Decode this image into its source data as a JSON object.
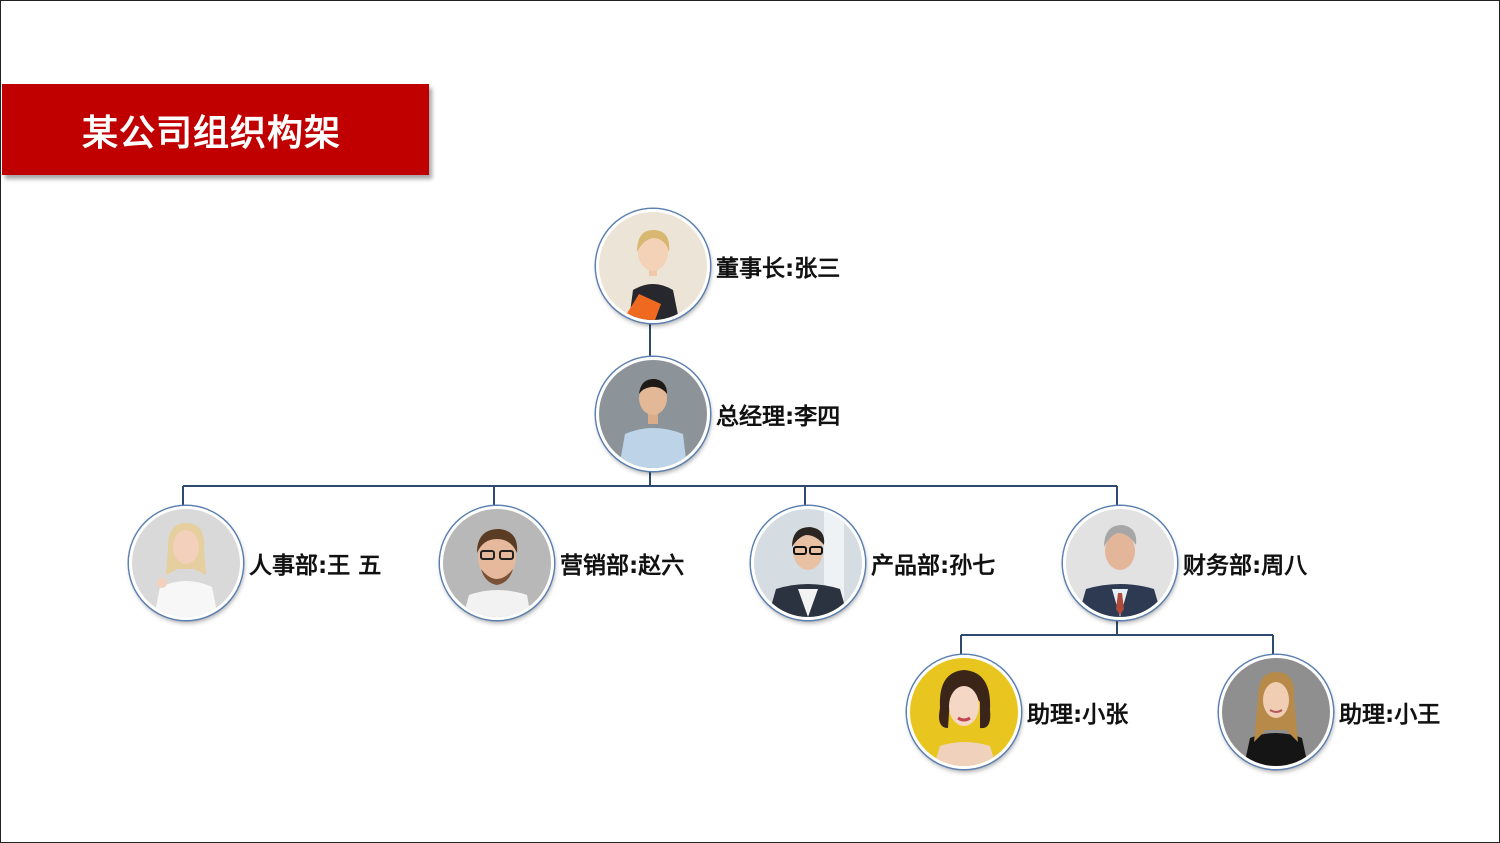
{
  "title": "某公司组织构架",
  "colors": {
    "title_bg": "#c00000",
    "connector": "#2f4a6e"
  },
  "nodes": {
    "chairman": {
      "label": "董事长:张三",
      "icon": "portrait-woman-blonde-icon"
    },
    "gm": {
      "label": "总经理:李四",
      "icon": "portrait-man-blue-shirt-icon"
    },
    "hr": {
      "label": "人事部:王 五",
      "icon": "portrait-woman-white-shirt-icon"
    },
    "marketing": {
      "label": "营销部:赵六",
      "icon": "portrait-man-glasses-icon"
    },
    "product": {
      "label": "产品部:孙七",
      "icon": "portrait-man-suit-glasses-icon"
    },
    "finance": {
      "label": "财务部:周八",
      "icon": "portrait-man-grey-hair-icon"
    },
    "assistant1": {
      "label": "助理:小张",
      "icon": "portrait-woman-yellow-bg-icon"
    },
    "assistant2": {
      "label": "助理:小王",
      "icon": "portrait-woman-black-top-icon"
    }
  }
}
